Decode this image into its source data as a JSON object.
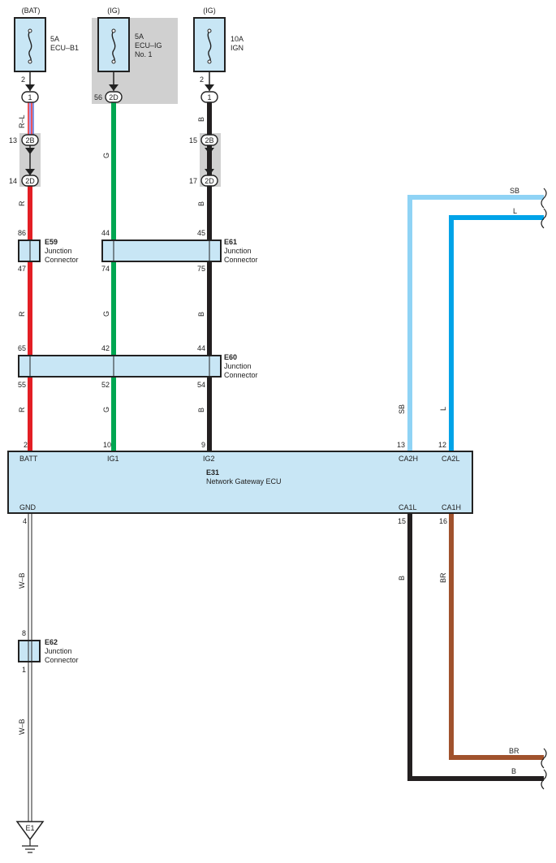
{
  "power_sources": {
    "bat": {
      "label": "(BAT)",
      "fuse_amp": "5A",
      "fuse_name": "ECU–B1",
      "pin": "2"
    },
    "ig1": {
      "label": "(IG)",
      "fuse_amp": "5A",
      "fuse_name": "ECU–IG",
      "fuse_name2": "No. 1",
      "pin": "56"
    },
    "ig2": {
      "label": "(IG)",
      "fuse_amp": "10A",
      "fuse_name": "IGN",
      "pin": "2"
    }
  },
  "connectors": {
    "c1a": "1",
    "c1b": "1",
    "c2d_top": "2D",
    "c2b_left": "2B",
    "c2d_left": "2D",
    "c2b_right": "2B",
    "c2d_right": "2D",
    "pin13": "13",
    "pin14": "14",
    "pin15": "15",
    "pin17": "17"
  },
  "wires": {
    "rl": "R–L",
    "r": "R",
    "g": "G",
    "b": "B",
    "sb": "SB",
    "l": "L",
    "br": "BR",
    "wb": "W–B"
  },
  "junctions": {
    "e59": {
      "id": "E59",
      "name1": "Junction",
      "name2": "Connector",
      "pin_in": "86",
      "pin_out": "47"
    },
    "e61": {
      "id": "E61",
      "name1": "Junction",
      "name2": "Connector",
      "pin_g_in": "44",
      "pin_b_in": "45",
      "pin_g_out": "74",
      "pin_b_out": "75"
    },
    "e60": {
      "id": "E60",
      "name1": "Junction",
      "name2": "Connector",
      "pin_r_in": "65",
      "pin_g_in": "42",
      "pin_b_in": "44",
      "pin_r_out": "55",
      "pin_g_out": "52",
      "pin_b_out": "54"
    },
    "e62": {
      "id": "E62",
      "name1": "Junction",
      "name2": "Connector",
      "pin_in": "8",
      "pin_out": "1"
    }
  },
  "ecu": {
    "id": "E31",
    "name": "Network Gateway ECU",
    "pins_top": [
      {
        "num": "2",
        "label": "BATT"
      },
      {
        "num": "10",
        "label": "IG1"
      },
      {
        "num": "9",
        "label": "IG2"
      },
      {
        "num": "13",
        "label": "CA2H"
      },
      {
        "num": "12",
        "label": "CA2L"
      }
    ],
    "pins_bottom": [
      {
        "num": "4",
        "label": "GND"
      },
      {
        "num": "15",
        "label": "CA1L"
      },
      {
        "num": "16",
        "label": "CA1H"
      }
    ]
  },
  "ground": {
    "label": "E1"
  },
  "colors": {
    "red": "#e31e24",
    "green": "#00a651",
    "black": "#231f20",
    "sky_blue": "#8fd3f5",
    "blue": "#00a3e8",
    "brown": "#a0522d",
    "box_fill": "#c8e6f5",
    "shade": "#d0d0d0"
  }
}
